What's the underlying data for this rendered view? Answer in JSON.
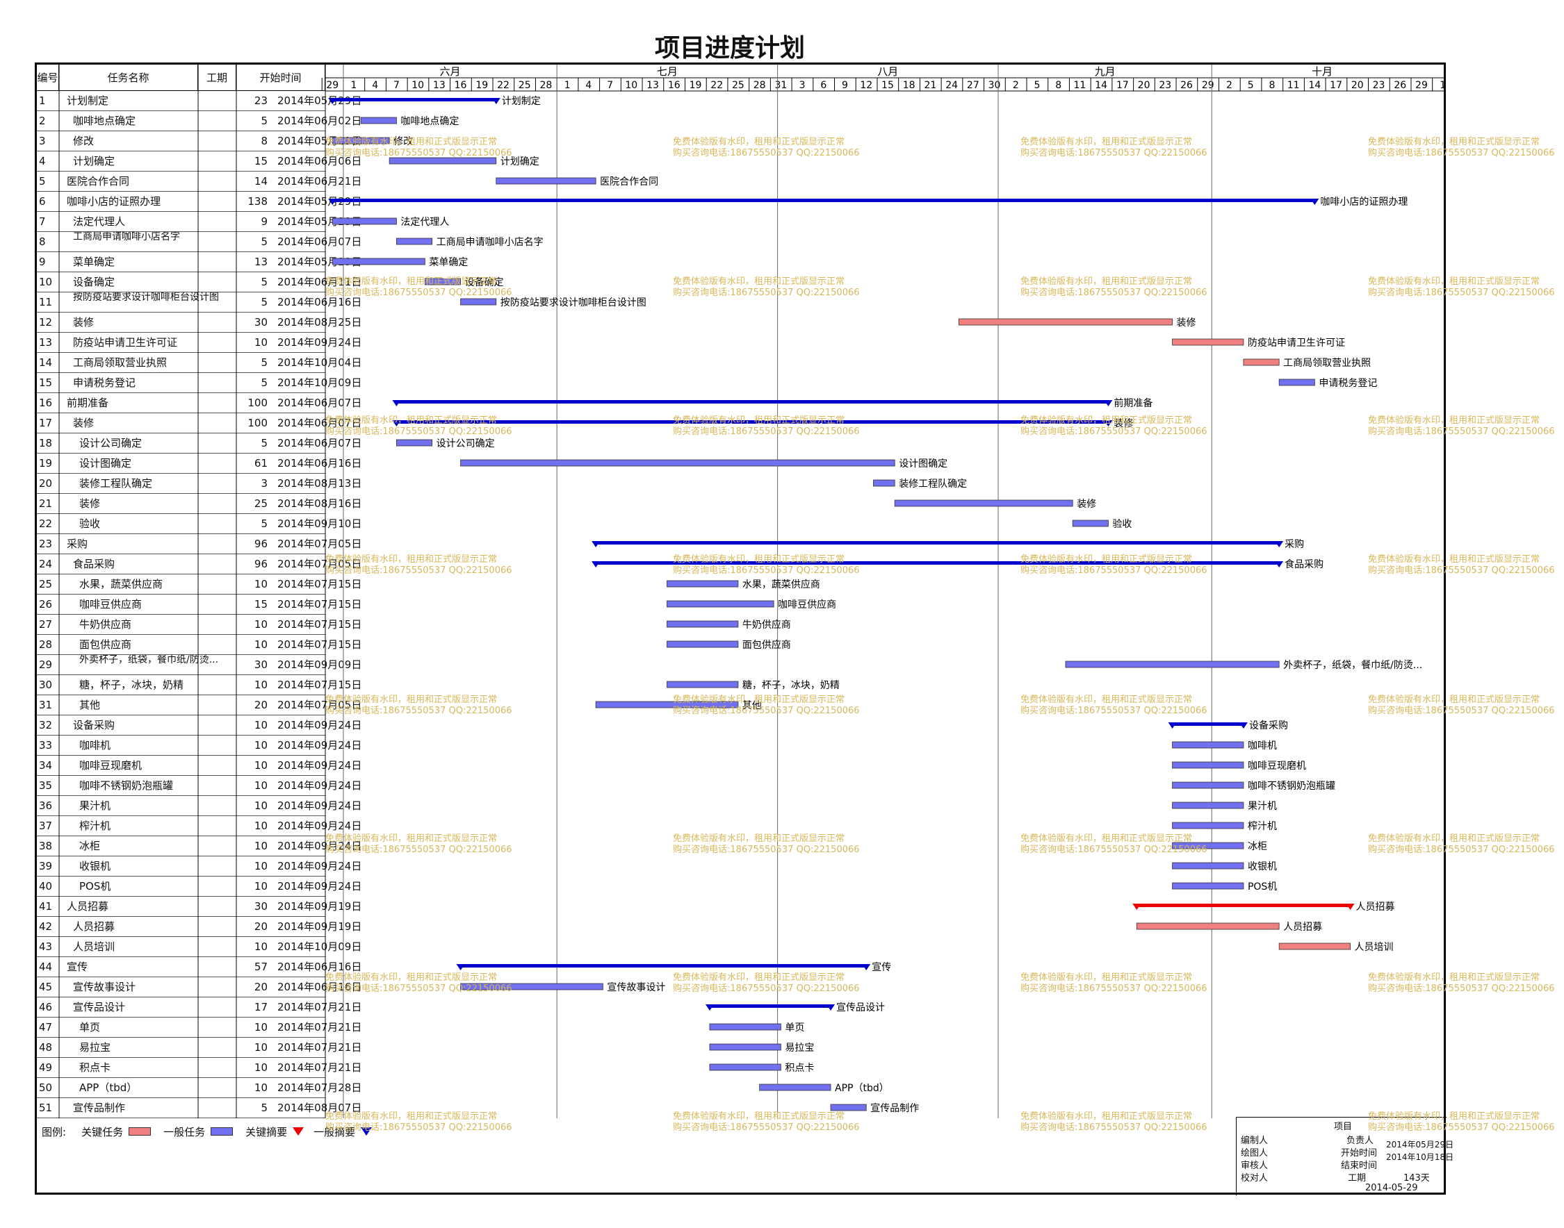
{
  "title": "项目进度计划",
  "headers": {
    "id": "编号",
    "name": "任务名称",
    "duration": "工期",
    "start": "开始时间"
  },
  "timeline": {
    "months": [
      {
        "label": "六月",
        "start": "2014-06-01"
      },
      {
        "label": "七月",
        "start": "2014-07-01"
      },
      {
        "label": "八月",
        "start": "2014-08-01"
      },
      {
        "label": "九月",
        "start": "2014-09-01"
      },
      {
        "label": "十月",
        "start": "2014-10-01"
      }
    ],
    "ticks": [
      "29",
      "1",
      "4",
      "7",
      "10",
      "13",
      "16",
      "19",
      "22",
      "25",
      "28",
      "1",
      "4",
      "7",
      "10",
      "13",
      "16",
      "19",
      "22",
      "25",
      "28",
      "31",
      "3",
      "6",
      "9",
      "12",
      "15",
      "18",
      "21",
      "24",
      "27",
      "30",
      "2",
      "5",
      "8",
      "11",
      "14",
      "17",
      "20",
      "23",
      "26",
      "29",
      "2",
      "5",
      "8",
      "11",
      "14",
      "17",
      "20",
      "23",
      "26",
      "29",
      "1"
    ]
  },
  "chart_data": {
    "type": "gantt",
    "title": "项目进度计划",
    "x_range": [
      "2014-05-29",
      "2014-11-01"
    ],
    "tasks": [
      {
        "id": "1",
        "name": "计划制定",
        "duration": 23,
        "start": "2014年05月29日",
        "kind": "summary",
        "indent": 0
      },
      {
        "id": "2",
        "name": "咖啡地点确定",
        "duration": 5,
        "start": "2014年06月02日",
        "kind": "normal",
        "indent": 1
      },
      {
        "id": "3",
        "name": "修改",
        "duration": 8,
        "start": "2014年05月29日",
        "kind": "normal",
        "indent": 1
      },
      {
        "id": "4",
        "name": "计划确定",
        "duration": 15,
        "start": "2014年06月06日",
        "kind": "normal",
        "indent": 1
      },
      {
        "id": "5",
        "name": "医院合作合同",
        "duration": 14,
        "start": "2014年06月21日",
        "kind": "normal",
        "indent": 0
      },
      {
        "id": "6",
        "name": "咖啡小店的证照办理",
        "duration": 138,
        "start": "2014年05月29日",
        "kind": "summary",
        "indent": 0
      },
      {
        "id": "7",
        "name": "法定代理人",
        "duration": 9,
        "start": "2014年05月29日",
        "kind": "normal",
        "indent": 1
      },
      {
        "id": "8",
        "name": "工商局申请咖啡小店名字",
        "duration": 5,
        "start": "2014年06月07日",
        "kind": "normal",
        "indent": 1
      },
      {
        "id": "9",
        "name": "菜单确定",
        "duration": 13,
        "start": "2014年05月29日",
        "kind": "normal",
        "indent": 1
      },
      {
        "id": "10",
        "name": "设备确定",
        "duration": 5,
        "start": "2014年06月11日",
        "kind": "normal",
        "indent": 1
      },
      {
        "id": "11",
        "name": "按防疫站要求设计咖啡柜台设计图",
        "duration": 5,
        "start": "2014年06月16日",
        "kind": "normal",
        "indent": 1
      },
      {
        "id": "12",
        "name": "装修",
        "duration": 30,
        "start": "2014年08月25日",
        "kind": "critical",
        "indent": 1
      },
      {
        "id": "13",
        "name": "防疫站申请卫生许可证",
        "duration": 10,
        "start": "2014年09月24日",
        "kind": "critical",
        "indent": 1
      },
      {
        "id": "14",
        "name": "工商局领取营业执照",
        "duration": 5,
        "start": "2014年10月04日",
        "kind": "critical",
        "indent": 1
      },
      {
        "id": "15",
        "name": "申请税务登记",
        "duration": 5,
        "start": "2014年10月09日",
        "kind": "normal",
        "indent": 1
      },
      {
        "id": "16",
        "name": "前期准备",
        "duration": 100,
        "start": "2014年06月07日",
        "kind": "summary",
        "indent": 0
      },
      {
        "id": "17",
        "name": "装修",
        "duration": 100,
        "start": "2014年06月07日",
        "kind": "summary",
        "indent": 1
      },
      {
        "id": "18",
        "name": "设计公司确定",
        "duration": 5,
        "start": "2014年06月07日",
        "kind": "normal",
        "indent": 2
      },
      {
        "id": "19",
        "name": "设计图确定",
        "duration": 61,
        "start": "2014年06月16日",
        "kind": "normal",
        "indent": 2
      },
      {
        "id": "20",
        "name": "装修工程队确定",
        "duration": 3,
        "start": "2014年08月13日",
        "kind": "normal",
        "indent": 2
      },
      {
        "id": "21",
        "name": "装修",
        "duration": 25,
        "start": "2014年08月16日",
        "kind": "normal",
        "indent": 2
      },
      {
        "id": "22",
        "name": "验收",
        "duration": 5,
        "start": "2014年09月10日",
        "kind": "normal",
        "indent": 2
      },
      {
        "id": "23",
        "name": "采购",
        "duration": 96,
        "start": "2014年07月05日",
        "kind": "summary",
        "indent": 0
      },
      {
        "id": "24",
        "name": "食品采购",
        "duration": 96,
        "start": "2014年07月05日",
        "kind": "summary",
        "indent": 1
      },
      {
        "id": "25",
        "name": "水果，蔬菜供应商",
        "duration": 10,
        "start": "2014年07月15日",
        "kind": "normal",
        "indent": 2
      },
      {
        "id": "26",
        "name": "咖啡豆供应商",
        "duration": 15,
        "start": "2014年07月15日",
        "kind": "normal",
        "indent": 2
      },
      {
        "id": "27",
        "name": "牛奶供应商",
        "duration": 10,
        "start": "2014年07月15日",
        "kind": "normal",
        "indent": 2
      },
      {
        "id": "28",
        "name": "面包供应商",
        "duration": 10,
        "start": "2014年07月15日",
        "kind": "normal",
        "indent": 2
      },
      {
        "id": "29",
        "name": "外卖杯子，纸袋，餐巾纸/防烫...",
        "duration": 30,
        "start": "2014年09月09日",
        "kind": "normal",
        "indent": 2
      },
      {
        "id": "30",
        "name": "糖，杯子，冰块，奶精",
        "duration": 10,
        "start": "2014年07月15日",
        "kind": "normal",
        "indent": 2
      },
      {
        "id": "31",
        "name": "其他",
        "duration": 20,
        "start": "2014年07月05日",
        "kind": "normal",
        "indent": 2
      },
      {
        "id": "32",
        "name": "设备采购",
        "duration": 10,
        "start": "2014年09月24日",
        "kind": "summary",
        "indent": 1
      },
      {
        "id": "33",
        "name": "咖啡机",
        "duration": 10,
        "start": "2014年09月24日",
        "kind": "normal",
        "indent": 2
      },
      {
        "id": "34",
        "name": "咖啡豆现磨机",
        "duration": 10,
        "start": "2014年09月24日",
        "kind": "normal",
        "indent": 2
      },
      {
        "id": "35",
        "name": "咖啡不锈钢奶泡瓶罐",
        "duration": 10,
        "start": "2014年09月24日",
        "kind": "normal",
        "indent": 2
      },
      {
        "id": "36",
        "name": "果汁机",
        "duration": 10,
        "start": "2014年09月24日",
        "kind": "normal",
        "indent": 2
      },
      {
        "id": "37",
        "name": "榨汁机",
        "duration": 10,
        "start": "2014年09月24日",
        "kind": "normal",
        "indent": 2
      },
      {
        "id": "38",
        "name": "冰柜",
        "duration": 10,
        "start": "2014年09月24日",
        "kind": "normal",
        "indent": 2
      },
      {
        "id": "39",
        "name": "收银机",
        "duration": 10,
        "start": "2014年09月24日",
        "kind": "normal",
        "indent": 2
      },
      {
        "id": "40",
        "name": "POS机",
        "duration": 10,
        "start": "2014年09月24日",
        "kind": "normal",
        "indent": 2
      },
      {
        "id": "41",
        "name": "人员招募",
        "duration": 30,
        "start": "2014年09月19日",
        "kind": "critical-summary",
        "indent": 0
      },
      {
        "id": "42",
        "name": "人员招募",
        "duration": 20,
        "start": "2014年09月19日",
        "kind": "critical",
        "indent": 1
      },
      {
        "id": "43",
        "name": "人员培训",
        "duration": 10,
        "start": "2014年10月09日",
        "kind": "critical",
        "indent": 1
      },
      {
        "id": "44",
        "name": "宣传",
        "duration": 57,
        "start": "2014年06月16日",
        "kind": "summary",
        "indent": 0
      },
      {
        "id": "45",
        "name": "宣传故事设计",
        "duration": 20,
        "start": "2014年06月16日",
        "kind": "normal",
        "indent": 1
      },
      {
        "id": "46",
        "name": "宣传品设计",
        "duration": 17,
        "start": "2014年07月21日",
        "kind": "summary",
        "indent": 1
      },
      {
        "id": "47",
        "name": "单页",
        "duration": 10,
        "start": "2014年07月21日",
        "kind": "normal",
        "indent": 2
      },
      {
        "id": "48",
        "name": "易拉宝",
        "duration": 10,
        "start": "2014年07月21日",
        "kind": "normal",
        "indent": 2
      },
      {
        "id": "49",
        "name": "积点卡",
        "duration": 10,
        "start": "2014年07月21日",
        "kind": "normal",
        "indent": 2
      },
      {
        "id": "50",
        "name": "APP（tbd）",
        "duration": 10,
        "start": "2014年07月28日",
        "kind": "normal",
        "indent": 2
      },
      {
        "id": "51",
        "name": "宣传品制作",
        "duration": 5,
        "start": "2014年08月07日",
        "kind": "normal",
        "indent": 1
      }
    ]
  },
  "legend": {
    "label": "图例:",
    "critical": "关键任务",
    "normal": "一般任务",
    "key_summary": "关键摘要",
    "summary": "一般摘要"
  },
  "info": {
    "project": "项目",
    "owner": "负责人",
    "compiler": "编制人",
    "drawer": "绘图人",
    "reviewer": "审核人",
    "checker": "校对人",
    "start_label": "开始时间",
    "start_value": "2014年05月29日",
    "end_label": "结束时间",
    "end_value": "2014年10月18日",
    "duration_label": "工期",
    "duration_value": "143天",
    "date": "2014-05-29"
  },
  "watermark": [
    "免费体验版有水印，租用和正式版显示正常",
    "购买咨询电话:18675550537 QQ:22150066"
  ],
  "colors": {
    "critical": "#f08080",
    "normal": "#7070f0",
    "summary": "#0000cc",
    "critical_summary": "#ee0000"
  }
}
